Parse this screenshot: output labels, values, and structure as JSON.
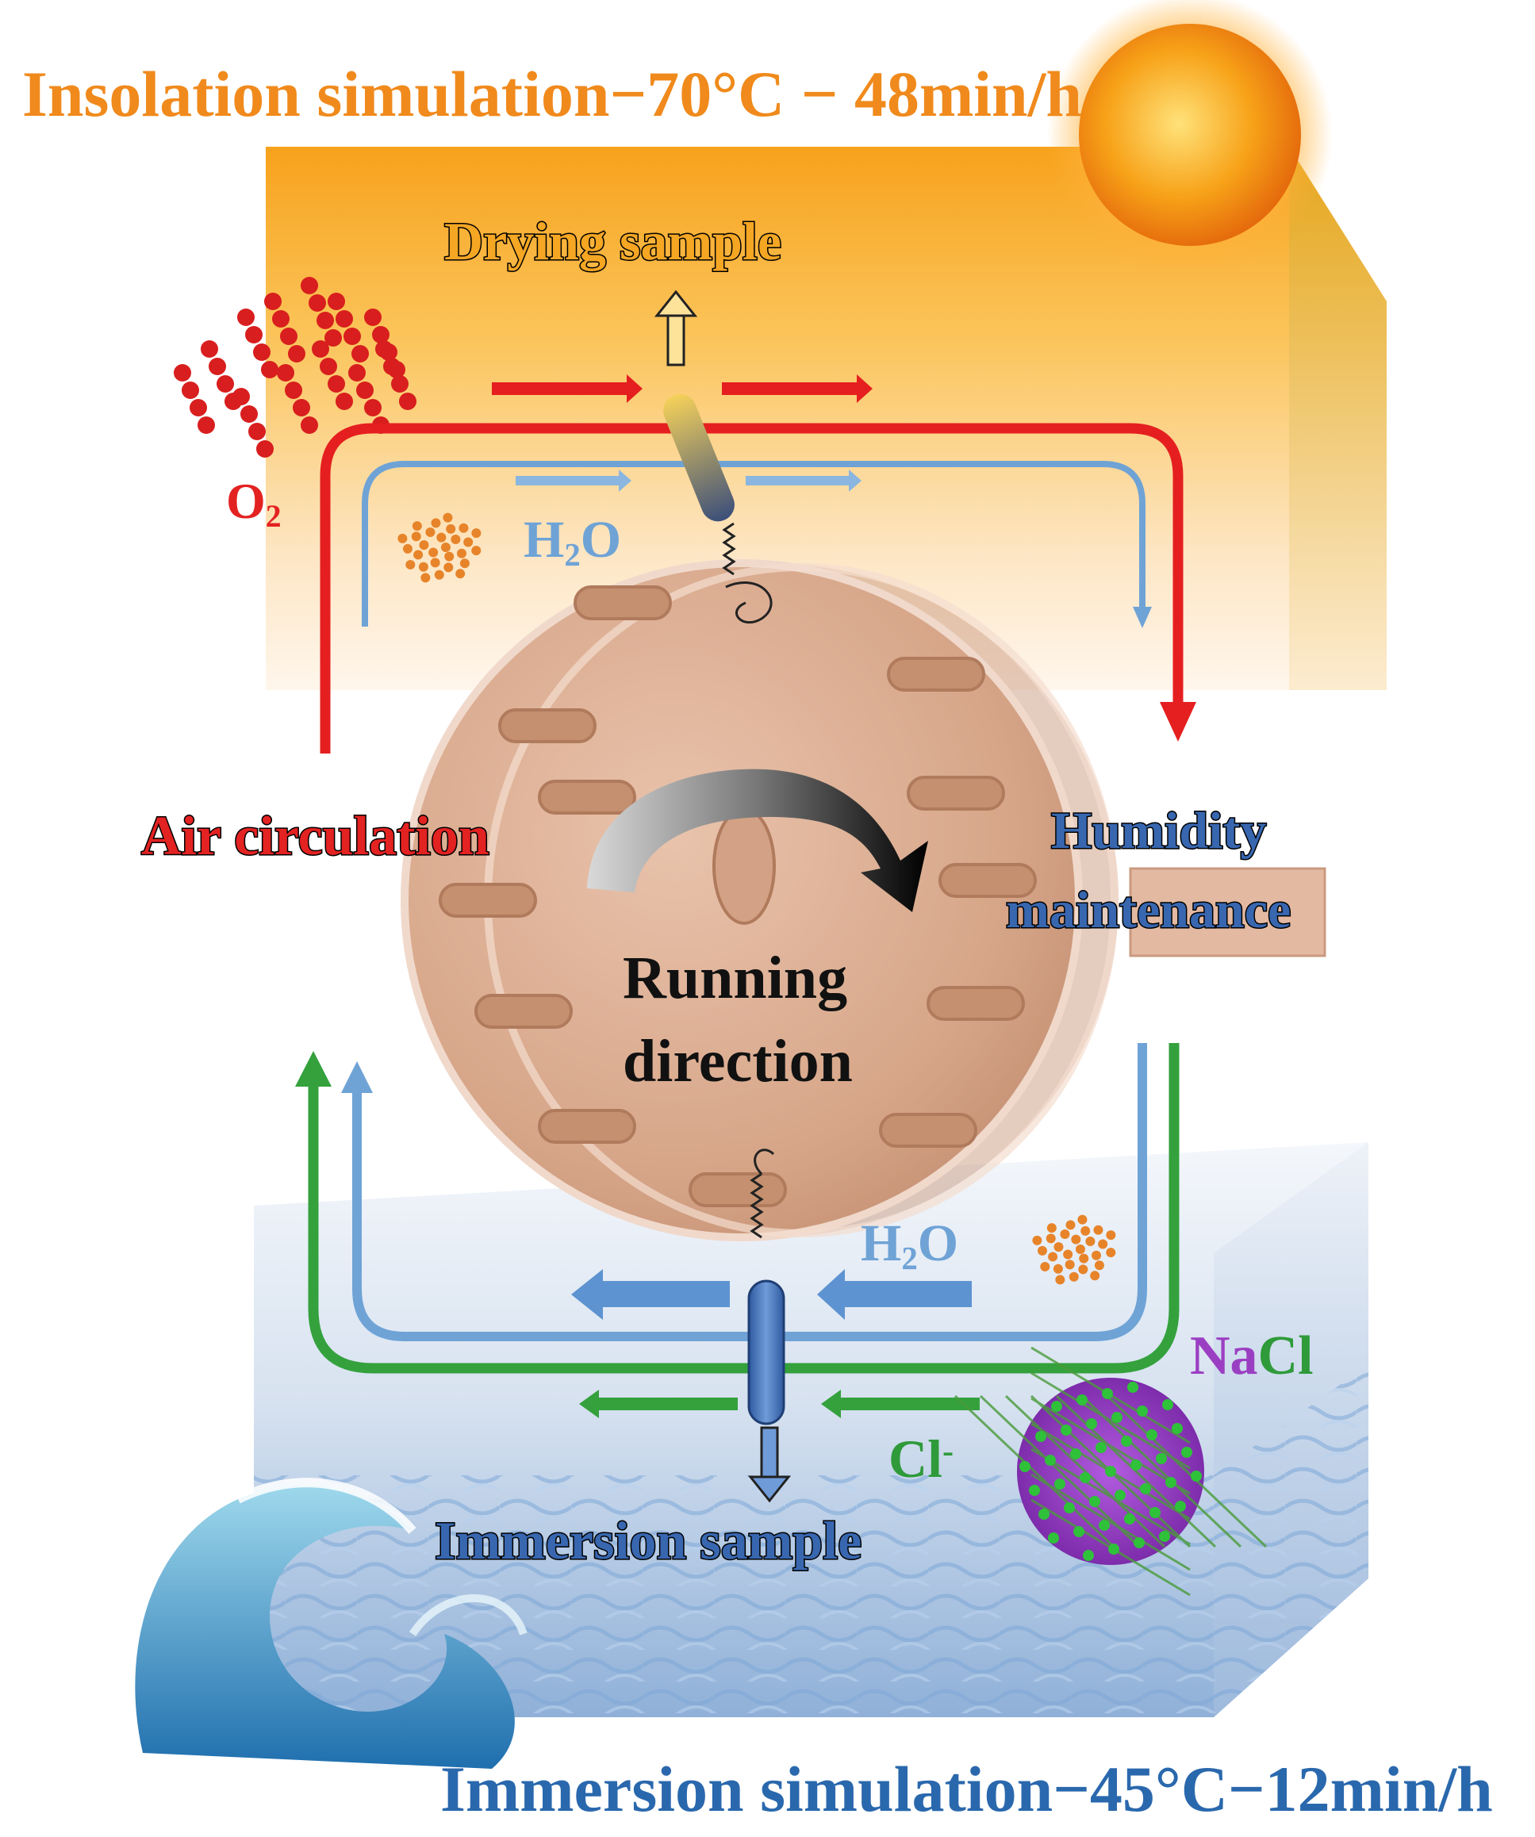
{
  "title_top": "Insolation simulation−70°C − 48min/h",
  "title_bottom": "Immersion simulation−45°C−12min/h",
  "labels": {
    "drying_sample": "Drying sample",
    "air_circulation": "Air circulation",
    "humidity_line1": "Humidity",
    "humidity_line2": "maintenance",
    "running_line1": "Running",
    "running_line2": "direction",
    "immersion_sample": "Immersion sample",
    "o2": {
      "base": "O",
      "sub": "2"
    },
    "h2o_top": {
      "base": "H",
      "sub": "2",
      "tail": "O"
    },
    "h2o_bottom": {
      "base": "H",
      "sub": "2",
      "tail": "O"
    },
    "cl": {
      "base": "Cl",
      "sup": "-"
    },
    "nacl": {
      "na": "Na",
      "cl": "Cl"
    }
  },
  "colors": {
    "orange_title": "#f08a1c",
    "blue_title": "#2a68ad",
    "oxygen_red": "#e32222",
    "water_blue": "#6fa3d6",
    "chloride_green": "#2f9a3a",
    "sodium_purple": "#9b3fc2",
    "wheel": "#d8a98e"
  },
  "icons": [
    "sun-icon",
    "wave-icon",
    "oxygen-molecules-icon",
    "water-droplets-icon",
    "nacl-crystal-icon",
    "sample-rod-icon",
    "rotation-arrow-icon"
  ]
}
